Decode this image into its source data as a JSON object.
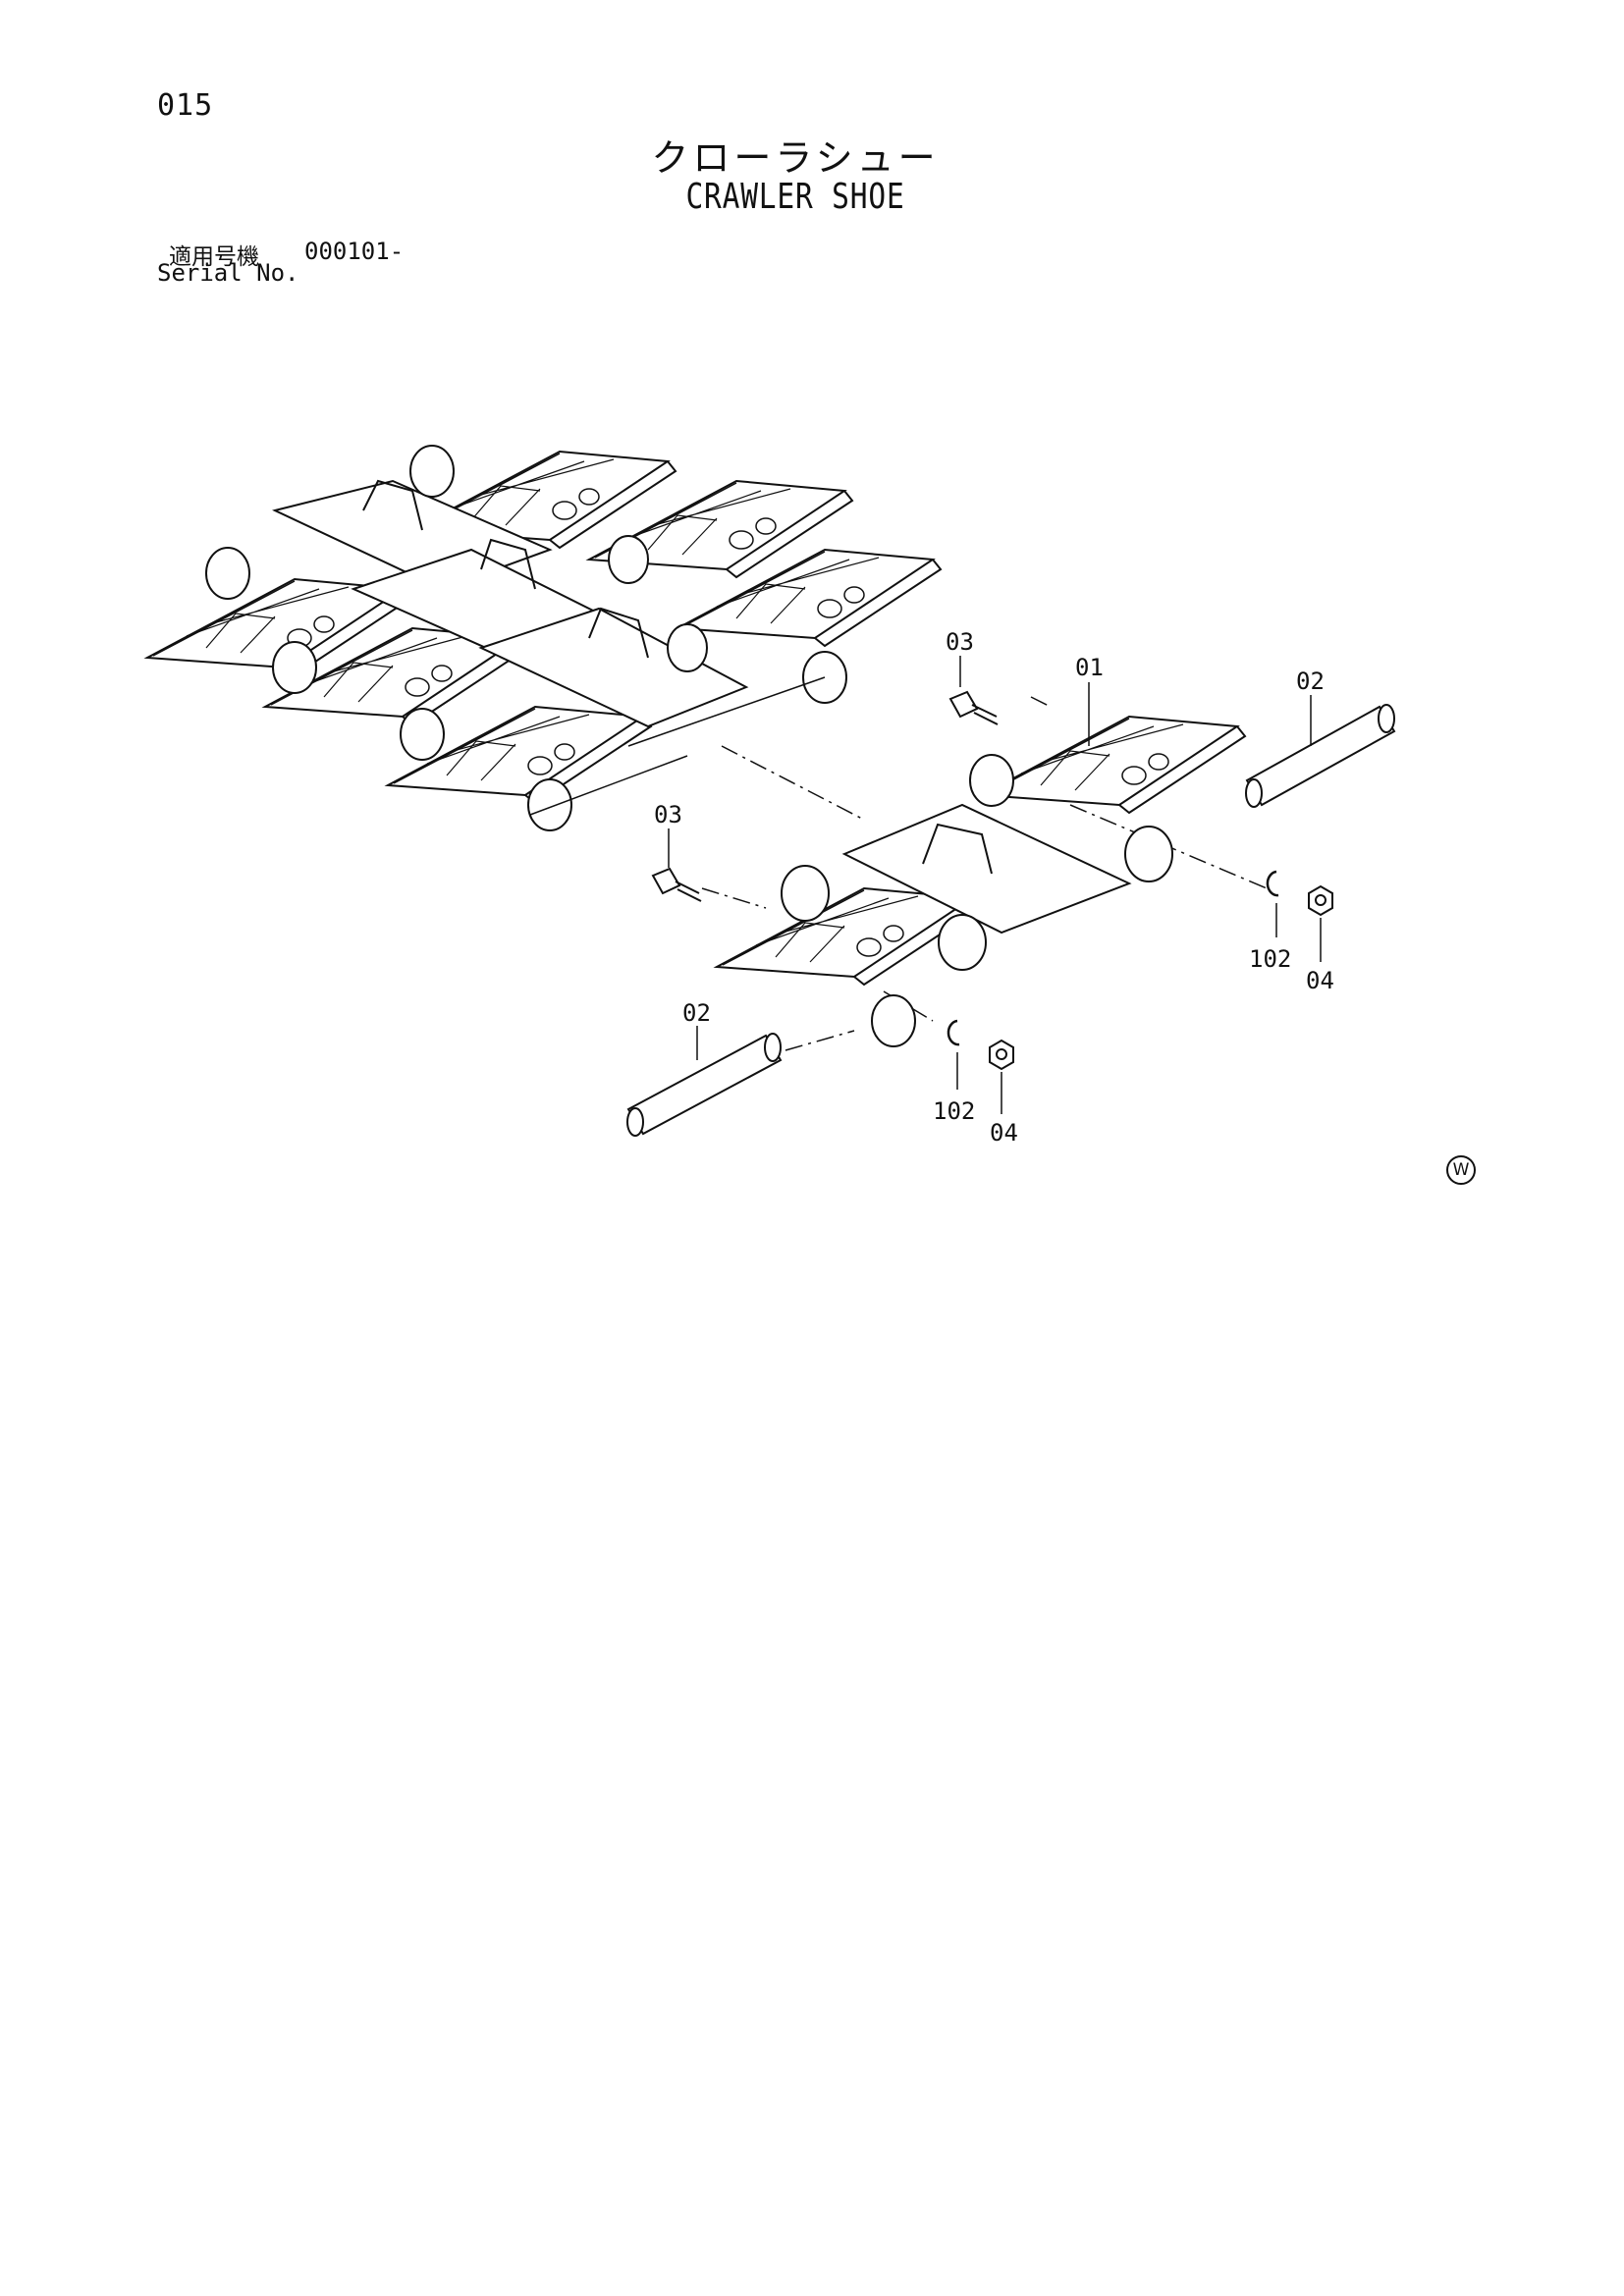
{
  "page": {
    "number": "015",
    "title_jp": "クローラシュー",
    "title_en": "CRAWLER SHOE",
    "serial_label_jp": "適用号機",
    "serial_value": "000101-",
    "serial_label_en": "Serial No."
  },
  "callouts": [
    {
      "id": "c01",
      "text": "01"
    },
    {
      "id": "c02a",
      "text": "02"
    },
    {
      "id": "c02b",
      "text": "02"
    },
    {
      "id": "c03a",
      "text": "03"
    },
    {
      "id": "c03b",
      "text": "03"
    },
    {
      "id": "c04a",
      "text": "04"
    },
    {
      "id": "c04b",
      "text": "04"
    },
    {
      "id": "c102a",
      "text": "102"
    },
    {
      "id": "c102b",
      "text": "102"
    }
  ],
  "watermark": "W"
}
